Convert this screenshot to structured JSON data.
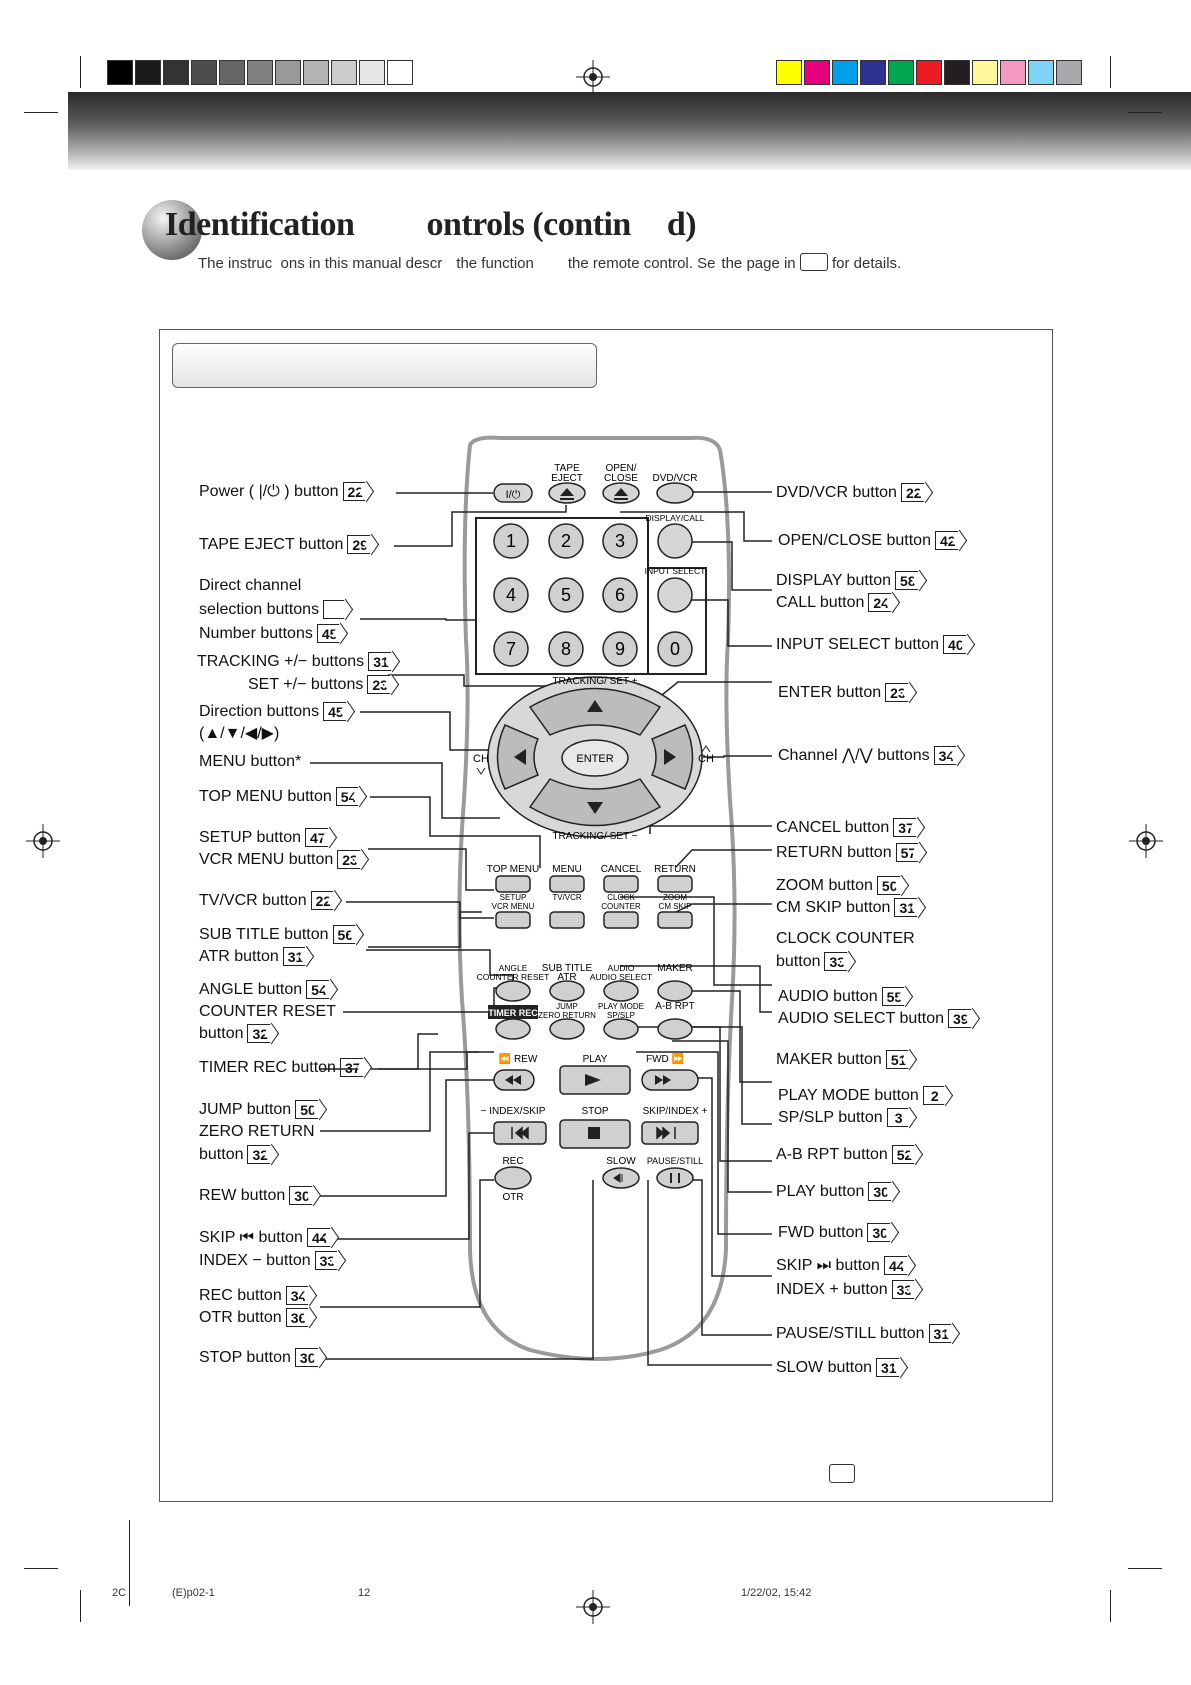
{
  "page": {
    "title_parts": [
      "Identification",
      "ontrols (contin",
      "d)"
    ],
    "subtitle_parts": [
      "The instruc  ons in this manual descr",
      "the function",
      "the remote control. Se",
      "the page in",
      "for details."
    ],
    "footer": {
      "left_a": "2C",
      "left_b": "(E)p02-1",
      "page": "12",
      "date": "1/22/02, 15:42"
    },
    "colors": {
      "grays": [
        "#000000",
        "#1a1a1a",
        "#333333",
        "#4d4d4d",
        "#666666",
        "#808080",
        "#999999",
        "#b3b3b3",
        "#cccccc",
        "#e6e6e6",
        "#ffffff"
      ],
      "brights": [
        "#ffff00",
        "#e6007e",
        "#00a0e9",
        "#2e3192",
        "#00a651",
        "#ed1c24",
        "#231f20",
        "#fff799",
        "#f49ac1",
        "#7fd3f7",
        "#a7a9ac"
      ]
    }
  },
  "labels_left": [
    {
      "text": "Power (  |/⏻ ) button",
      "ref": "22"
    },
    {
      "text": "TAPE EJECT button",
      "ref": "29"
    },
    {
      "text": "Direct channel",
      "ref": ""
    },
    {
      "text": "selection buttons",
      "ref": " "
    },
    {
      "text": "Number buttons",
      "ref": "45"
    },
    {
      "text": "TRACKING +/− buttons",
      "ref": "31"
    },
    {
      "text": "SET +/− buttons",
      "ref": "23"
    },
    {
      "text": "Direction buttons",
      "ref": "45"
    },
    {
      "text": "(▲/▼/◀/▶)",
      "ref": ""
    },
    {
      "text": "MENU button*",
      "ref": ""
    },
    {
      "text": "TOP MENU button",
      "ref": "54"
    },
    {
      "text": "SETUP button",
      "ref": "47"
    },
    {
      "text": "VCR MENU button",
      "ref": "23"
    },
    {
      "text": "TV/VCR button",
      "ref": "22"
    },
    {
      "text": "SUB TITLE button",
      "ref": "56"
    },
    {
      "text": "ATR button",
      "ref": "31"
    },
    {
      "text": "ANGLE button",
      "ref": "54"
    },
    {
      "text": "COUNTER RESET",
      "ref": ""
    },
    {
      "text": "button",
      "ref": "32"
    },
    {
      "text": "TIMER REC button",
      "ref": "37"
    },
    {
      "text": "JUMP button",
      "ref": "50"
    },
    {
      "text": "ZERO RETURN",
      "ref": ""
    },
    {
      "text": "button",
      "ref": "32"
    },
    {
      "text": "REW button",
      "ref": "30"
    },
    {
      "text": "SKIP ⏮ button",
      "ref": "44"
    },
    {
      "text": "INDEX − button",
      "ref": "33"
    },
    {
      "text": "REC button",
      "ref": "34"
    },
    {
      "text": "OTR button",
      "ref": "36"
    },
    {
      "text": "STOP button",
      "ref": "30"
    }
  ],
  "labels_right": [
    {
      "text": "DVD/VCR button",
      "ref": "22"
    },
    {
      "text": "OPEN/CLOSE button",
      "ref": "42"
    },
    {
      "text": "DISPLAY button",
      "ref": "58"
    },
    {
      "text": "CALL button",
      "ref": "24"
    },
    {
      "text": "INPUT SELECT button",
      "ref": "40"
    },
    {
      "text": "ENTER button",
      "ref": "23"
    },
    {
      "text": "Channel ⋀/⋁ buttons",
      "ref": "34"
    },
    {
      "text": "CANCEL button",
      "ref": "37"
    },
    {
      "text": "RETURN button",
      "ref": "57"
    },
    {
      "text": "ZOOM  button",
      "ref": "50"
    },
    {
      "text": "CM SKIP button",
      "ref": "31"
    },
    {
      "text": "CLOCK COUNTER",
      "ref": ""
    },
    {
      "text": "button",
      "ref": "33"
    },
    {
      "text": "AUDIO  button",
      "ref": "55"
    },
    {
      "text": "AUDIO SELECT button",
      "ref": "39"
    },
    {
      "text": "MAKER button",
      "ref": "51"
    },
    {
      "text": "PLAY MODE button",
      "ref": "2"
    },
    {
      "text": "SP/SLP button",
      "ref": "3"
    },
    {
      "text": "A-B RPT button",
      "ref": "52"
    },
    {
      "text": "PLAY button",
      "ref": "30"
    },
    {
      "text": "FWD button",
      "ref": "30"
    },
    {
      "text": "SKIP ⏭ button",
      "ref": "44"
    },
    {
      "text": "INDEX + button",
      "ref": "33"
    },
    {
      "text": "PAUSE/STILL button",
      "ref": "31"
    },
    {
      "text": "SLOW button",
      "ref": "31"
    }
  ],
  "remote": {
    "top_labels": {
      "tape_eject": "TAPE\nEJECT",
      "open_close": "OPEN/\nCLOSE",
      "dvd_vcr": "DVD/VCR",
      "display_call": "DISPLAY/CALL",
      "input_select": "INPUT SELECT",
      "power": "I/⏻"
    },
    "digits": [
      "1",
      "2",
      "3",
      "4",
      "5",
      "6",
      "7",
      "8",
      "9",
      "0"
    ],
    "tracking_top": "TRACKING/ SET +",
    "tracking_bottom": "TRACKING/ SET −",
    "enter": "ENTER",
    "ch": "CH",
    "row1": [
      "TOP MENU",
      "MENU",
      "CANCEL",
      "RETURN"
    ],
    "row2_sub": [
      "SETUP\nVCR MENU",
      "TV/VCR",
      "CLOCK\nCOUNTER",
      "ZOOM\nCM SKIP"
    ],
    "row3_top": [
      "ANGLE\nCOUNTER RESET",
      "SUB TITLE\nATR",
      "AUDIO\nAUDIO SELECT",
      "MAKER"
    ],
    "row4_top": [
      "TIMER REC",
      "JUMP\nZERO RETURN",
      "PLAY MODE\nSP/SLP",
      "A-B RPT"
    ],
    "transport_top": [
      "⏪ REW",
      "PLAY",
      "FWD ⏩"
    ],
    "skip_top": [
      "− INDEX/SKIP",
      "STOP",
      "SKIP/INDEX +"
    ],
    "bottom_top": [
      "REC",
      "SLOW",
      "PAUSE/STILL"
    ],
    "otr": "OTR"
  }
}
